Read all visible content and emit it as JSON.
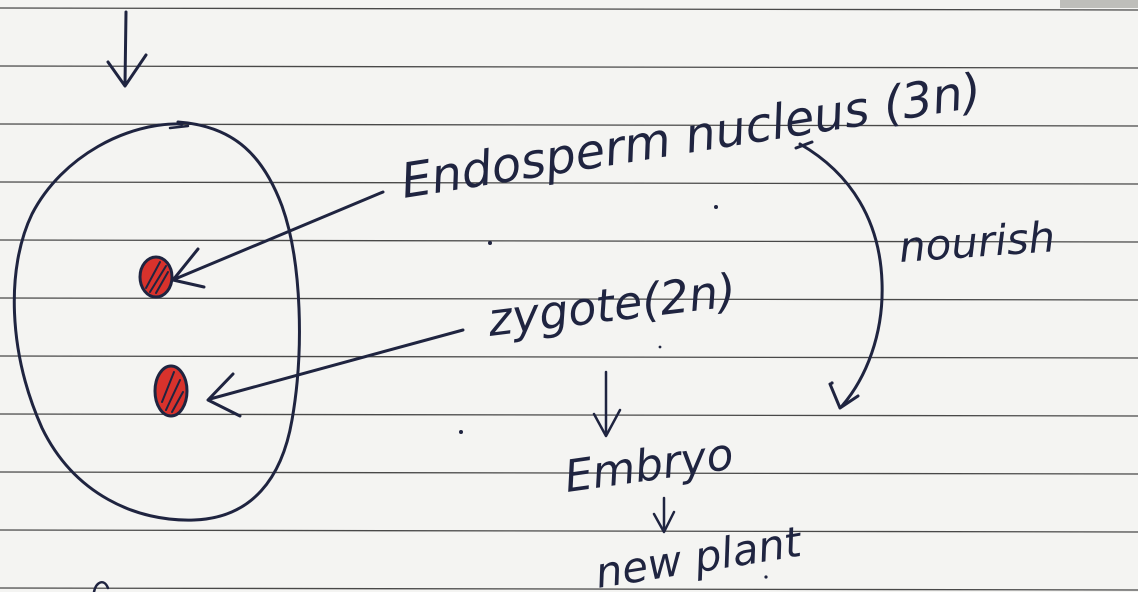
{
  "labels": {
    "endosperm_nucleus": "Endosperm nucleus (3n)",
    "nourish": "nourish",
    "zygote": "zygote(2n)",
    "embryo": "Embryo",
    "new_plant": "new plant"
  },
  "colors": {
    "paper": "#f4f4f2",
    "ruled_line": "#2b2b2b",
    "ink": "#1f2440",
    "nucleus_fill": "#d8322c"
  }
}
